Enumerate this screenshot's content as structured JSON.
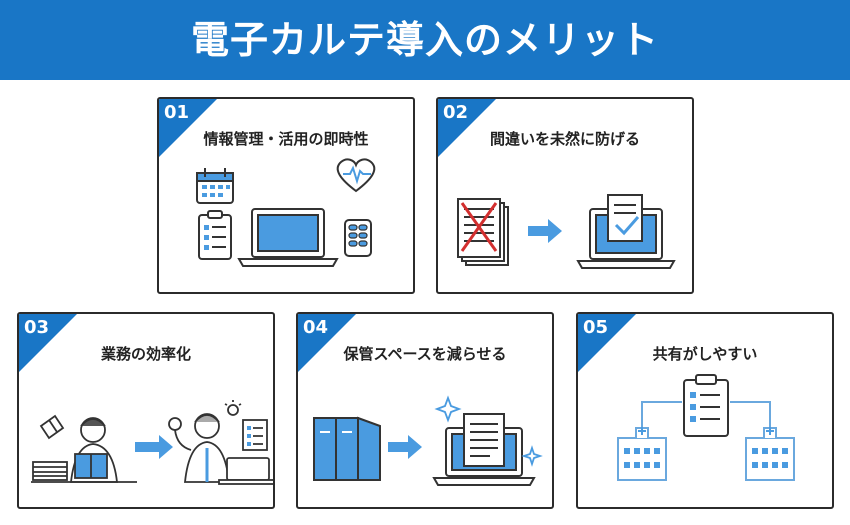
{
  "title": "電子カルテ導入のメリット",
  "colors": {
    "accent": "#1976c6",
    "icon_blue": "#4a9be0",
    "red": "#d32f2f"
  },
  "cards": [
    {
      "num": "01",
      "title": "情報管理・活用の即時性",
      "icons": [
        "calendar-icon",
        "heart-rate-icon",
        "clipboard-icon",
        "laptop-icon",
        "pill-pack-icon"
      ]
    },
    {
      "num": "02",
      "title": "間違いを未然に防げる",
      "icons": [
        "crossed-document-icon",
        "arrow-right-icon",
        "laptop-check-icon"
      ]
    },
    {
      "num": "03",
      "title": "業務の効率化",
      "icons": [
        "doctor-with-papers-icon",
        "arrow-right-icon",
        "doctor-with-laptop-icon"
      ]
    },
    {
      "num": "04",
      "title": "保管スペースを減らせる",
      "icons": [
        "binders-icon",
        "arrow-right-icon",
        "laptop-document-icon"
      ]
    },
    {
      "num": "05",
      "title": "共有がしやすい",
      "icons": [
        "hospital-icon",
        "clipboard-icon",
        "hospital-icon"
      ]
    }
  ]
}
